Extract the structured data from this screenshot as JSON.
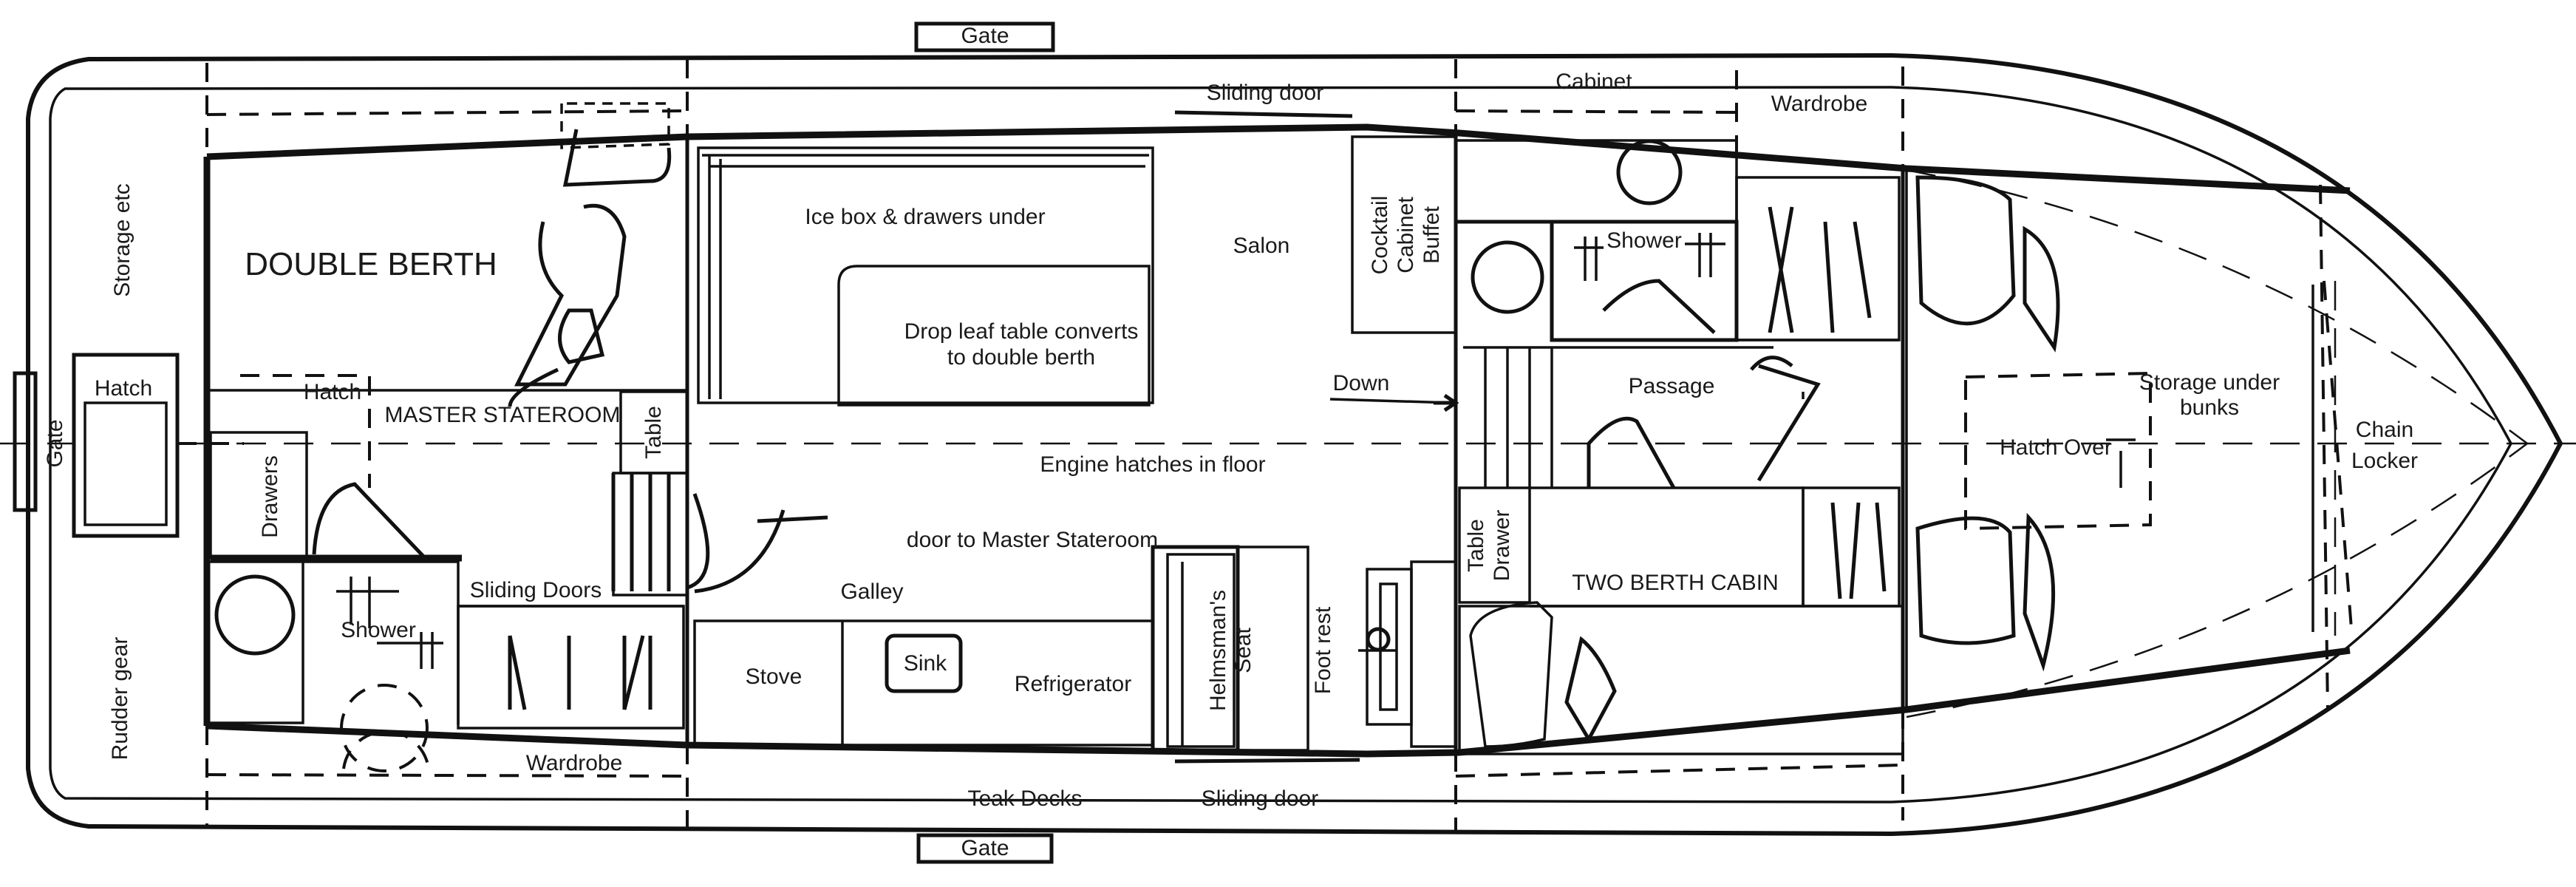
{
  "diagram": {
    "labels": {
      "gate_top": "Gate",
      "gate_bottom": "Gate",
      "gate_stern": "Gate",
      "sliding_door_top": "Sliding door",
      "sliding_door_bottom": "Sliding door",
      "cabinet": "Cabinet",
      "wardrobe_fwd": "Wardrobe",
      "wardrobe_aft": "Wardrobe",
      "storage_etc": "Storage etc",
      "double_berth": "DOUBLE BERTH",
      "ice_box": "Ice box & drawers under",
      "salon": "Salon",
      "cocktail_1": "Cocktail",
      "cocktail_2": "Cabinet",
      "cocktail_3": "Buffet",
      "shower_fwd": "Shower",
      "shower_aft": "Shower",
      "drop_leaf_1": "Drop leaf table converts",
      "drop_leaf_2": "to double berth",
      "hatch_stern": "Hatch",
      "hatch_stateroom": "Hatch",
      "master_stateroom": "MASTER STATEROOM",
      "table_stateroom": "Table",
      "down": "Down",
      "passage": "Passage",
      "storage_bunks_1": "Storage under",
      "storage_bunks_2": "bunks",
      "chain": "Chain",
      "locker": "Locker",
      "hatch_over": "Hatch Over",
      "engine_hatches": "Engine hatches in floor",
      "drawers": "Drawers",
      "door_master": "door to Master Stateroom",
      "table_drawer_1": "Table",
      "table_drawer_2": "Drawer",
      "two_berth_cabin": "TWO BERTH CABIN",
      "sliding_doors": "Sliding Doors",
      "galley": "Galley",
      "stove": "Stove",
      "sink": "Sink",
      "refrigerator": "Refrigerator",
      "helmsmans_1": "Helmsman's",
      "helmsmans_2": "Seat",
      "foot_rest": "Foot rest",
      "rudder_gear": "Rudder gear",
      "teak_decks": "Teak Decks"
    }
  }
}
